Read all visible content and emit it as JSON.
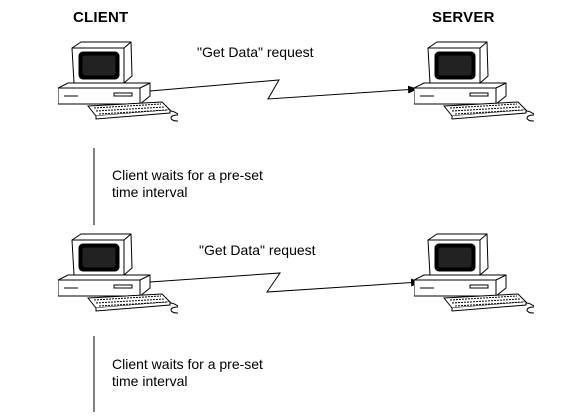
{
  "headings": {
    "client": "CLIENT",
    "server": "SERVER"
  },
  "exchanges": [
    {
      "request_label": "\"Get Data\" request",
      "wait_line1": "Client waits for a pre-set",
      "wait_line2": "time interval"
    },
    {
      "request_label": "\"Get Data\" request",
      "wait_line1": "Client waits for a pre-set",
      "wait_line2": "time interval"
    }
  ],
  "icons": {
    "client_computer": "desktop-computer-icon",
    "server_computer": "desktop-computer-icon"
  }
}
